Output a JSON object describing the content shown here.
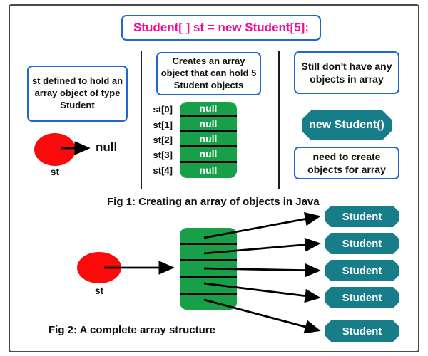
{
  "title": {
    "code": "Student[ ] st = new Student[5];"
  },
  "colors": {
    "accent_blue": "#2066cf",
    "title_magenta": "#f30d94",
    "array_green": "#18a049",
    "object_teal": "#177d89",
    "pointer_red": "#fa0a0a"
  },
  "fig1": {
    "left_note": "st defined to hold an array object of type Student",
    "middle_note": "Creates an array object that can hold 5 Student objects",
    "right_note_top": "Still don't have any objects in array",
    "new_student_button": "new Student()",
    "right_note_bottom": "need to create objects for array",
    "pointer_label": "st",
    "null_pointer_text": "null",
    "array": {
      "labels": [
        "st[0]",
        "st[1]",
        "st[2]",
        "st[3]",
        "st[4]"
      ],
      "values": [
        "null",
        "null",
        "null",
        "null",
        "null"
      ]
    },
    "caption": "Fig 1: Creating an array of objects in Java"
  },
  "fig2": {
    "pointer_label": "st",
    "objects": [
      "Student",
      "Student",
      "Student",
      "Student",
      "Student"
    ],
    "caption": "Fig 2: A complete array structure"
  }
}
